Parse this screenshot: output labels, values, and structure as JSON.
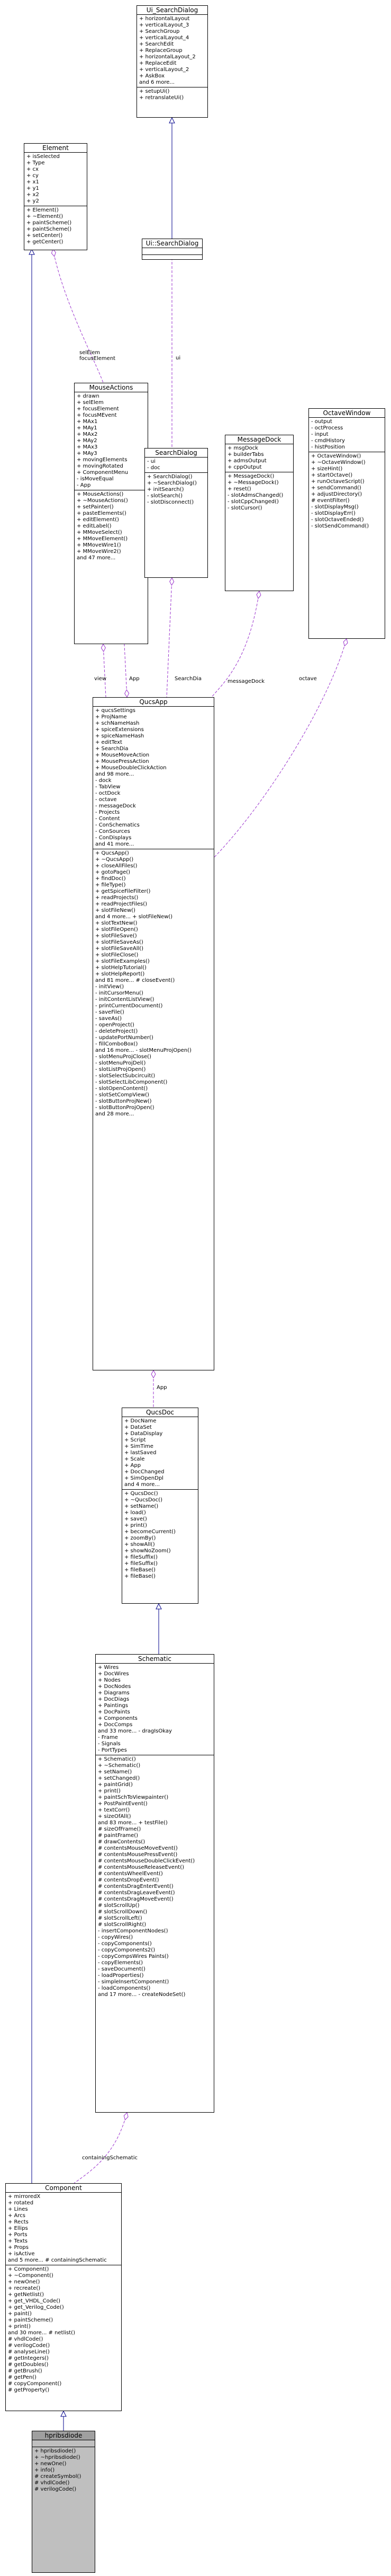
{
  "classes": [
    {
      "id": "ui_searchdialog_form",
      "name": "Ui_SearchDialog",
      "attrs": [
        "+ horizontalLayout",
        "+ verticalLayout_3",
        "+ SearchGroup",
        "+ verticalLayout_4",
        "+ SearchEdit",
        "+ ReplaceGroup",
        "+ horizontalLayout_2",
        "+ ReplaceEdit",
        "+ verticalLayout_2",
        "+ AskBox",
        "and 6 more..."
      ],
      "ops": [
        "+ setupUi()",
        "+ retranslateUi()"
      ]
    },
    {
      "id": "ui_searchdialog_ns",
      "name": "Ui::SearchDialog",
      "attrs": [],
      "ops": []
    },
    {
      "id": "element",
      "name": "Element",
      "attrs": [
        "+ isSelected",
        "+ Type",
        "+ cx",
        "+ cy",
        "+ x1",
        "+ y1",
        "+ x2",
        "+ y2"
      ],
      "ops": [
        "+ Element()",
        "+ ~Element()",
        "+ paintScheme()",
        "+ paintScheme()",
        "+ setCenter()",
        "+ getCenter()"
      ]
    },
    {
      "id": "mouseactions",
      "name": "MouseActions",
      "attrs": [
        "+ drawn",
        "+ selElem",
        "+ focusElement",
        "+ focusMEvent",
        "+ MAx1",
        "+ MAy1",
        "+ MAx2",
        "+ MAy2",
        "+ MAx3",
        "+ MAy3",
        "+ movingElements",
        "+ movingRotated",
        "+ ComponentMenu",
        "- isMoveEqual",
        "- App"
      ],
      "ops": [
        "+ MouseActions()",
        "+ ~MouseActions()",
        "+ setPainter()",
        "+ pasteElements()",
        "+ editElement()",
        "+ editLabel()",
        "+ MMoveSelect()",
        "+ MMoveElement()",
        "+ MMoveWire1()",
        "+ MMoveWire2()",
        "and 47 more..."
      ]
    },
    {
      "id": "searchdialog",
      "name": "SearchDialog",
      "attrs": [
        "- ui",
        "- doc"
      ],
      "ops": [
        "+ SearchDialog()",
        "+ ~SearchDialog()",
        "+ initSearch()",
        "- slotSearch()",
        "- slotDisconnect()"
      ]
    },
    {
      "id": "messagedock",
      "name": "MessageDock",
      "attrs": [
        "+ msgDock",
        "+ builderTabs",
        "+ admsOutput",
        "+ cppOutput"
      ],
      "ops": [
        "+ MessageDock()",
        "+ ~MessageDock()",
        "+ reset()",
        "- slotAdmsChanged()",
        "- slotCppChanged()",
        "- slotCursor()"
      ]
    },
    {
      "id": "octavewindow",
      "name": "OctaveWindow",
      "attrs": [
        "- output",
        "- octProcess",
        "- input",
        "- cmdHistory",
        "- histPosition"
      ],
      "ops": [
        "+ OctaveWindow()",
        "+ ~OctaveWindow()",
        "+ sizeHint()",
        "+ startOctave()",
        "+ runOctaveScript()",
        "+ sendCommand()",
        "+ adjustDirectory()",
        "# eventFilter()",
        "- slotDisplayMsg()",
        "- slotDisplayErr()",
        "- slotOctaveEnded()",
        "- slotSendCommand()"
      ]
    },
    {
      "id": "qucsapp",
      "name": "QucsApp",
      "attrs": [
        "+ qucsSettings",
        "+ ProjName",
        "+ schNameHash",
        "+ spiceExtensions",
        "+ spiceNameHash",
        "+ editText",
        "+ SearchDia",
        "+ MouseMoveAction",
        "+ MousePressAction",
        "+ MouseDoubleClickAction",
        "and 98 more...",
        "- dock",
        "- TabView",
        "- octDock",
        "- octave",
        "- messageDock",
        "- Projects",
        "- Content",
        "- ConSchematics",
        "- ConSources",
        "- ConDisplays",
        "and 41 more..."
      ],
      "ops": [
        "+ QucsApp()",
        "+ ~QucsApp()",
        "+ closeAllFiles()",
        "+ gotoPage()",
        "+ findDoc()",
        "+ fileType()",
        "+ getSpiceFileFilter()",
        "+ readProjects()",
        "+ readProjectFiles()",
        "+ slotFileNew()",
        "and 4 more... + slotFileNew()",
        "+ slotTextNew()",
        "+ slotFileOpen()",
        "+ slotFileSave()",
        "+ slotFileSaveAs()",
        "+ slotFileSaveAll()",
        "+ slotFileClose()",
        "+ slotFileExamples()",
        "+ slotHelpTutorial()",
        "+ slotHelpReport()",
        "and 81 more... # closeEvent()",
        "- initView()",
        "- initCursorMenu()",
        "- initContentListView()",
        "- printCurrentDocument()",
        "- saveFile()",
        "- saveAs()",
        "- openProject()",
        "- deleteProject()",
        "- updatePortNumber()",
        "- fillComboBox()",
        "and 16 more... - slotMenuProjOpen()",
        "- slotMenuProjClose()",
        "- slotMenuProjDel()",
        "- slotListProjOpen()",
        "- slotSelectSubcircuit()",
        "- slotSelectLibComponent()",
        "- slotOpenContent()",
        "- slotSetCompView()",
        "- slotButtonProjNew()",
        "- slotButtonProjOpen()",
        "and 28 more..."
      ]
    },
    {
      "id": "qucsdoc",
      "name": "QucsDoc",
      "attrs": [
        "+ DocName",
        "+ DataSet",
        "+ DataDisplay",
        "+ Script",
        "+ SimTime",
        "+ lastSaved",
        "+ Scale",
        "+ App",
        "+ DocChanged",
        "+ SimOpenDpl",
        "and 4 more..."
      ],
      "ops": [
        "+ QucsDoc()",
        "+ ~QucsDoc()",
        "+ setName()",
        "+ load()",
        "+ save()",
        "+ print()",
        "+ becomeCurrent()",
        "+ zoomBy()",
        "+ showAll()",
        "+ showNoZoom()",
        "+ fileSuffix()",
        "+ fileSuffix()",
        "+ fileBase()",
        "+ fileBase()"
      ]
    },
    {
      "id": "schematic",
      "name": "Schematic",
      "attrs": [
        "+ Wires",
        "+ DocWires",
        "+ Nodes",
        "+ DocNodes",
        "+ Diagrams",
        "+ DocDiags",
        "+ Paintings",
        "+ DocPaints",
        "+ Components",
        "+ DocComps",
        "and 33 more... - dragIsOkay",
        "- Frame",
        "- Signals",
        "- PortTypes"
      ],
      "ops": [
        "+ Schematic()",
        "+ ~Schematic()",
        "+ setName()",
        "+ setChanged()",
        "+ paintGrid()",
        "+ print()",
        "+ paintSchToViewpainter()",
        "+ PostPaintEvent()",
        "+ textCorr()",
        "+ sizeOfAll()",
        "and 83 more... + testFile()",
        "# sizeOfFrame()",
        "# paintFrame()",
        "# drawContents()",
        "# contentsMouseMoveEvent()",
        "# contentsMousePressEvent()",
        "# contentsMouseDoubleClickEvent()",
        "# contentsMouseReleaseEvent()",
        "# contentsWheelEvent()",
        "# contentsDropEvent()",
        "# contentsDragEnterEvent()",
        "# contentsDragLeaveEvent()",
        "# contentsDragMoveEvent()",
        "# slotScrollUp()",
        "# slotScrollDown()",
        "# slotScrollLeft()",
        "# slotScrollRight()",
        "- insertComponentNodes()",
        "- copyWires()",
        "- copyComponents()",
        "- copyComponents2()",
        "- copyCompsWires Paints()",
        "- copyElements()",
        "- saveDocument()",
        "- loadProperties()",
        "- simpleInsertComponent()",
        "- loadComponents()",
        "and 17 more... - createNodeSet()"
      ]
    },
    {
      "id": "component",
      "name": "Component",
      "attrs": [
        "+ mirroredX",
        "+ rotated",
        "+ Lines",
        "+ Arcs",
        "+ Rects",
        "+ Ellips",
        "+ Ports",
        "+ Texts",
        "+ Props",
        "+ isActive",
        "and 5 more... # containingSchematic"
      ],
      "ops": [
        "+ Component()",
        "+ ~Component()",
        "+ newOne()",
        "+ recreate()",
        "+ getNetlist()",
        "+ get_VHDL_Code()",
        "+ get_Verilog_Code()",
        "+ paint()",
        "+ paintScheme()",
        "+ print()",
        "and 30 more... # netlist()",
        "# vhdlCode()",
        "# verilogCode()",
        "# analyseLine()",
        "# getIntegers()",
        "# getDoubles()",
        "# getBrush()",
        "# getPen()",
        "# copyComponent()",
        "# getProperty()"
      ]
    },
    {
      "id": "hpibdiode",
      "name": "hpribsdiode",
      "focus": true,
      "attrs": [],
      "ops": [
        "+ hpribsdiode()",
        "+ ~hpribsdiode()",
        "+ newOne()",
        "+ info()",
        "# createSymbol()",
        "# vhdlCode()",
        "# verilogCode()"
      ]
    }
  ],
  "edge_labels": {
    "ui": "ui",
    "selElem_focusElement": "selElem\nfocusElement",
    "view_App": "view",
    "App_mouse": "App",
    "SearchDia": "SearchDia",
    "messageDock": "messageDock",
    "octave": "octave",
    "App_doc": "App",
    "containingSchematic": "containingSchematic"
  }
}
